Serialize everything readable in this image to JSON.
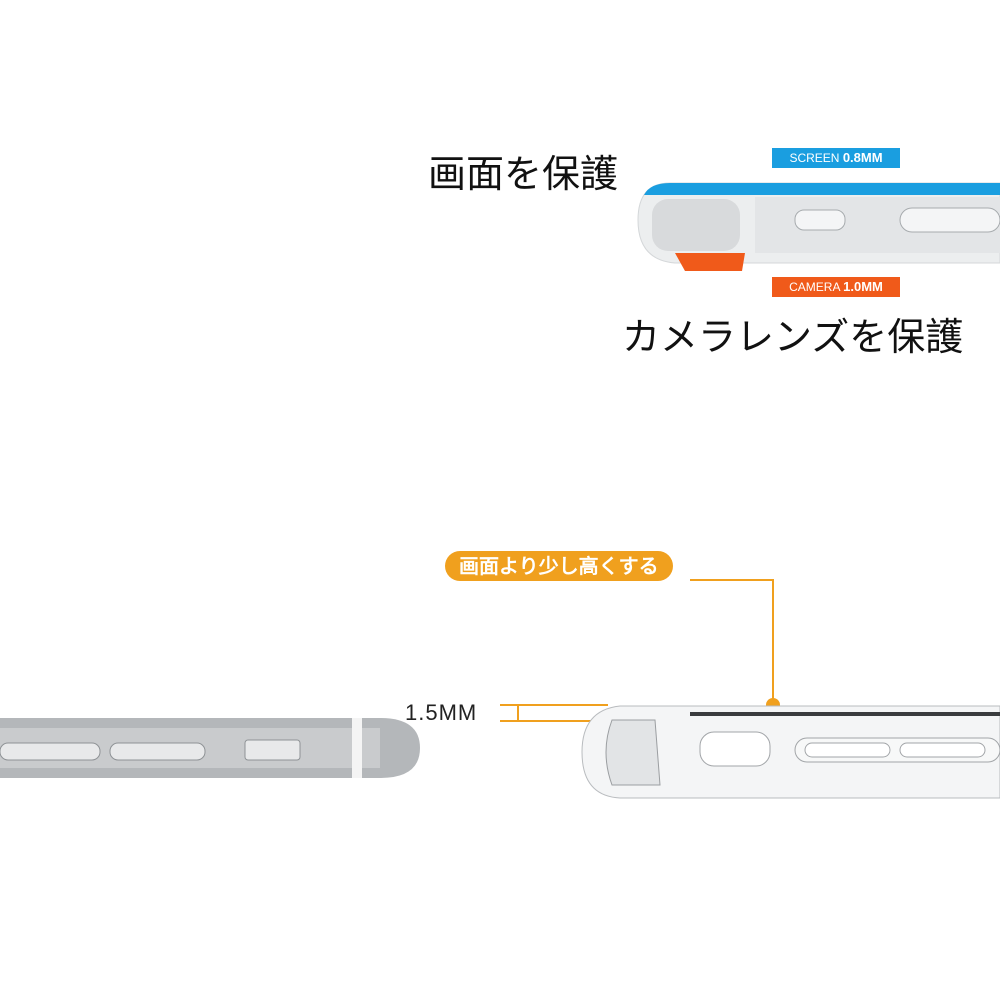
{
  "top_section": {
    "screen_heading": "画面を保護",
    "camera_heading": "カメラレンズを保護",
    "screen_badge": {
      "label": "SCREEN",
      "value": "0.8MM",
      "color": "#1a9ee0"
    },
    "camera_badge": {
      "label": "CAMERA",
      "value": "1.0MM",
      "color": "#f05a1a"
    }
  },
  "bottom_section": {
    "callout": "画面より少し高くする",
    "callout_color": "#f0a01e",
    "lip_height": "1.5MM"
  }
}
